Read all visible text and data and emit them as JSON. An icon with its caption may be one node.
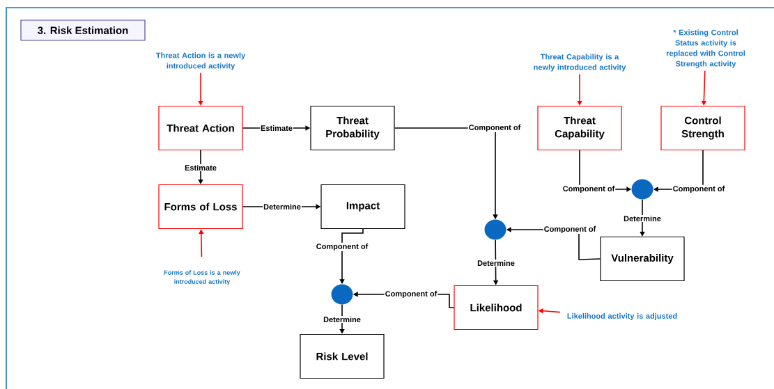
{
  "diagram": {
    "title": "3. Risk Estimation",
    "nodes": [
      {
        "text": [
          "Threat Action"
        ]
      },
      {
        "text": [
          "Threat Probability"
        ]
      },
      {
        "text": [
          "Threat Capability"
        ]
      },
      {
        "text": [
          "Control Strength"
        ]
      },
      {
        "text": [
          "Forms of Loss"
        ]
      },
      {
        "text": [
          "Impact"
        ]
      },
      {
        "text": [],
        "shape": "circle"
      },
      {
        "text": [],
        "shape": "circle"
      },
      {
        "text": [
          "Vulnerability"
        ]
      },
      {
        "text": [],
        "shape": "circle"
      },
      {
        "text": [
          "Likelihood"
        ]
      },
      {
        "text": [
          "Risk Level"
        ]
      },
      {
        "text": [
          "Threat Action is a newly introduced activity"
        ]
      },
      {
        "text": [
          "Threat Capability is a newly introduced activity"
        ]
      },
      {
        "text": [
          "* Existing Control Status activity is replaced with Control Strength activity"
        ]
      },
      {
        "text": [
          "Forms of Loss is a newly introduced activity"
        ]
      },
      {
        "text": [
          "Likelihood activity is adjusted"
        ]
      }
    ],
    "edges": [
      {
        "from": 0,
        "to": 1,
        "arrow": "to",
        "label": "Estimate"
      },
      {
        "from": 0,
        "to": 4,
        "arrow": "to",
        "label": "Estimate"
      },
      {
        "from": 1,
        "to": 7,
        "arrow": "to",
        "label": "Component of"
      },
      {
        "from": 2,
        "to": 6,
        "arrow": "to",
        "label": "Component of"
      },
      {
        "from": 3,
        "to": 6,
        "arrow": "to",
        "label": "Component of"
      },
      {
        "from": 6,
        "to": 8,
        "arrow": "to",
        "label": "Determine"
      },
      {
        "from": 8,
        "to": 7,
        "arrow": "to",
        "label": "Component of"
      },
      {
        "from": 7,
        "to": 10,
        "arrow": "to",
        "label": "Determine"
      },
      {
        "from": 4,
        "to": 5,
        "arrow": "to",
        "label": "Determine"
      },
      {
        "from": 5,
        "to": 9,
        "arrow": "to",
        "label": "Component of"
      },
      {
        "from": 10,
        "to": 9,
        "arrow": "to",
        "label": "Component of"
      },
      {
        "from": 9,
        "to": 11,
        "arrow": "to",
        "label": "Determine"
      },
      {
        "from": 12,
        "to": 0,
        "arrow": "to",
        "color": "#ff0000"
      },
      {
        "from": 13,
        "to": 2,
        "arrow": "to",
        "color": "#ff0000"
      },
      {
        "from": 14,
        "to": 3,
        "arrow": "to",
        "color": "#ff0000"
      },
      {
        "from": 15,
        "to": 4,
        "arrow": "to",
        "color": "#ff0000"
      },
      {
        "from": 16,
        "to": 10,
        "arrow": "to",
        "color": "#ff0000"
      }
    ]
  }
}
